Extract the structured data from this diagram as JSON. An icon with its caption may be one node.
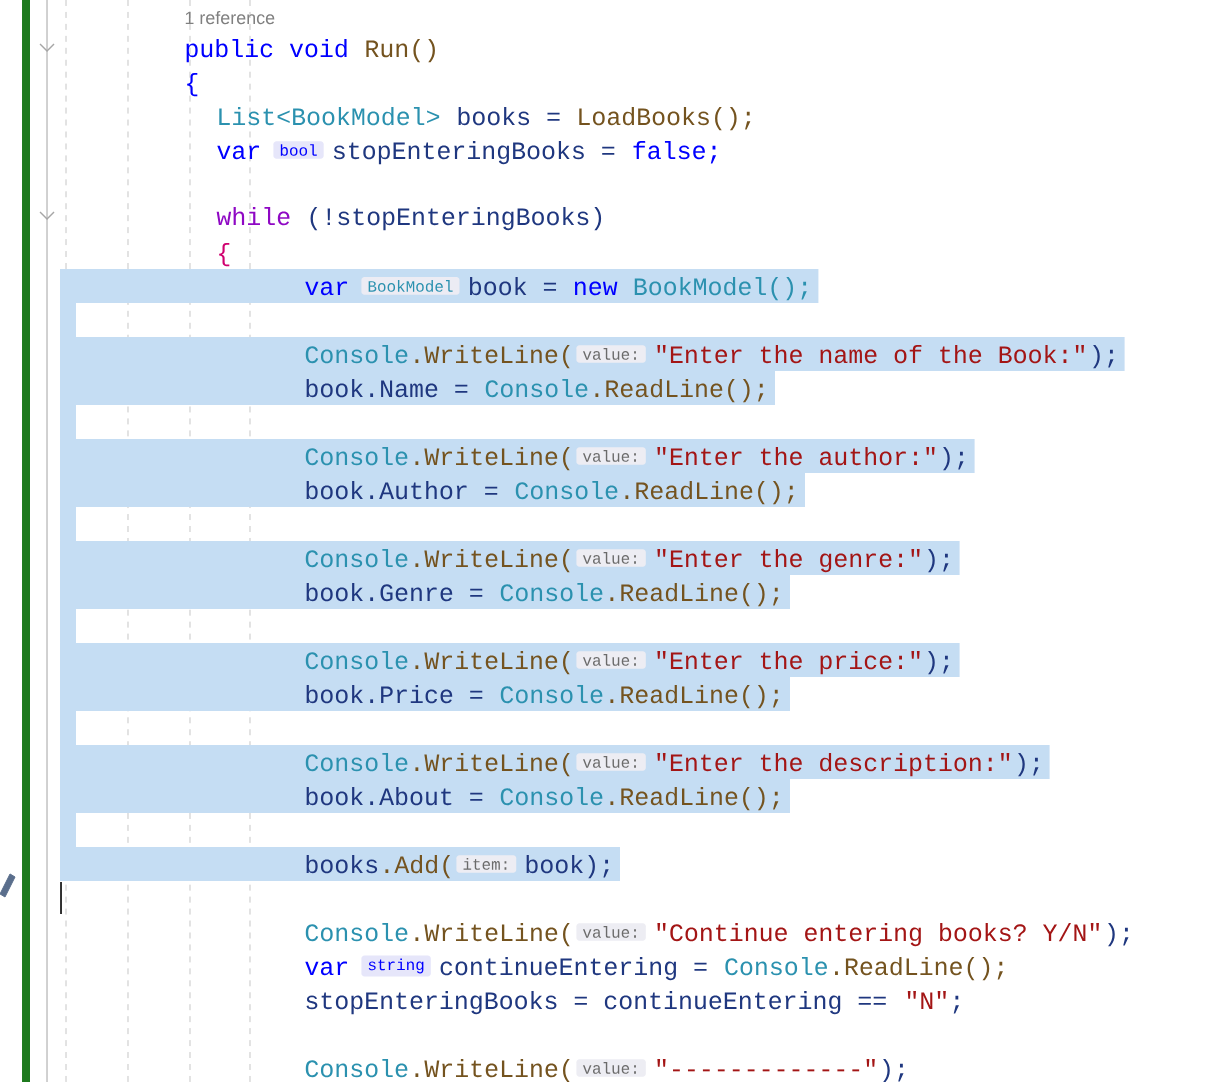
{
  "diagram": {
    "labels": [
      "1 reference",
      "public void",
      "Run()",
      "{",
      "List<BookModel>",
      "books =",
      "LoadBooks();",
      "var",
      "bool",
      "stopEnteringBooks =",
      "false;",
      "while",
      "(!stopEnteringBooks)",
      "{",
      "var",
      "BookModel",
      "book =",
      "new",
      "BookModel();",
      "Console",
      ".WriteLine(",
      "value:",
      "\"Enter the name of the Book:\"",
      ");",
      "book.Name =",
      "Console",
      ".ReadLine();",
      "Console",
      ".WriteLine(",
      "value:",
      "\"Enter the author:\"",
      ");",
      "book.Author =",
      "Console",
      ".ReadLine();",
      "Console",
      ".WriteLine(",
      "value:",
      "\"Enter the genre:\"",
      ");",
      "book.Genre =",
      "Console",
      ".ReadLine();",
      "Console",
      ".WriteLine(",
      "value:",
      "\"Enter the price:\"",
      ");",
      "book.Price =",
      "Console",
      ".ReadLine();",
      "Console",
      ".WriteLine(",
      "value:",
      "\"Enter the description:\"",
      ");",
      "book.About =",
      "Console",
      ".ReadLine();",
      "books",
      ".Add(",
      "item:",
      "book);",
      "Console",
      ".WriteLine(",
      "value:",
      "\"Continue entering books? Y/N\"",
      ");",
      "var",
      "string",
      "continueEntering =",
      "Console",
      ".ReadLine();",
      "stopEnteringBooks = continueEntering ==",
      "\"N\"",
      ";",
      "Console",
      ".WriteLine(",
      "value:",
      "\"-------------\"",
      ");"
    ]
  }
}
